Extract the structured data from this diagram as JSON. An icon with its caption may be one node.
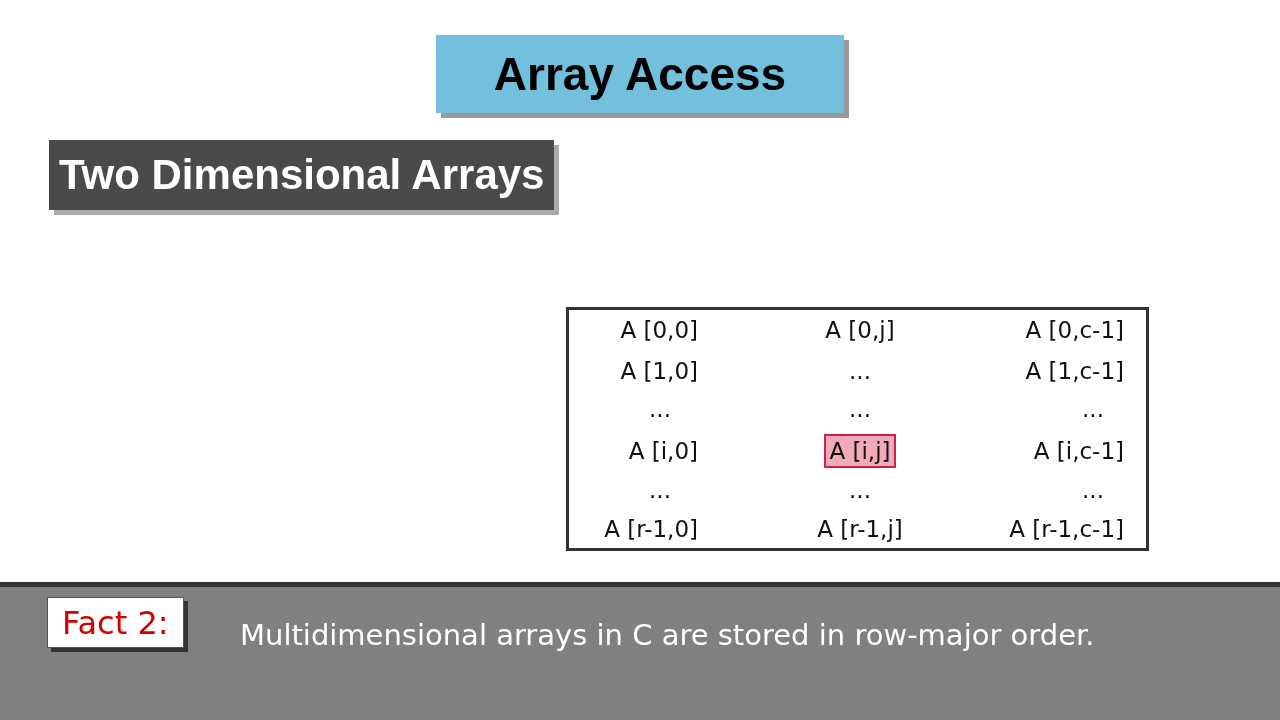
{
  "diagram": {
    "title": "Array Access",
    "labels": [
      "Two Dimensional Arrays",
      "A [0,0]",
      "A [0,j]",
      "A [0,c-1]",
      "A [1,0]",
      "...",
      "A [1,c-1]",
      "...",
      "...",
      "...",
      "A [i,0]",
      "A [i,j]",
      "A [i,c-1]",
      "...",
      "...",
      "...",
      "A [r-1,0]",
      "A [r-1,j]",
      "A [r-1,c-1]",
      "Fact 2:",
      "Multidimensional arrays in C are stored in row-major order."
    ]
  }
}
